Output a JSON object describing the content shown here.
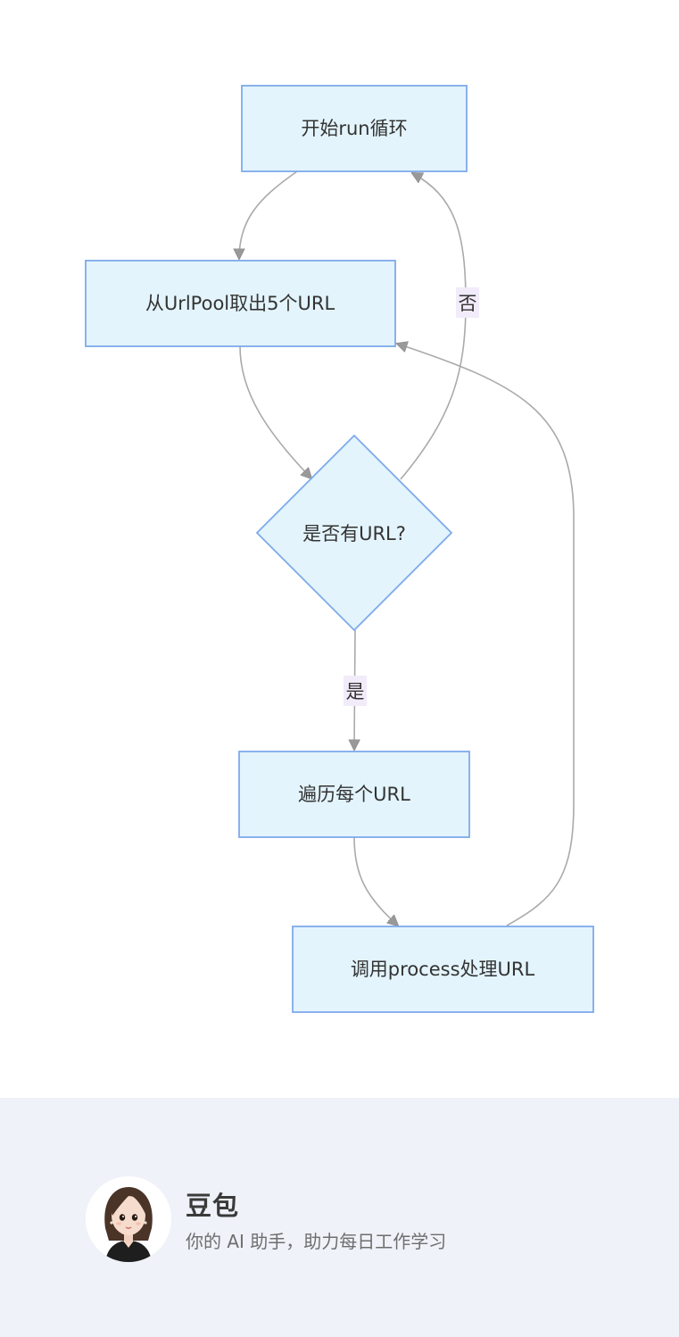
{
  "diagram": {
    "nodes": {
      "start": "开始run循环",
      "fetch": "从UrlPool取出5个URL",
      "decision": "是否有URL?",
      "iterate": "遍历每个URL",
      "process": "调用process处理URL"
    },
    "edge_labels": {
      "no": "否",
      "yes": "是"
    },
    "colors": {
      "node_fill": "#e3f4fc",
      "node_stroke": "#7eaaeb",
      "edge": "#aaaaaa",
      "label_bg": "#f1ebfa"
    }
  },
  "footer": {
    "brand_name": "豆包",
    "tagline": "你的 AI 助手，助力每日工作学习"
  }
}
